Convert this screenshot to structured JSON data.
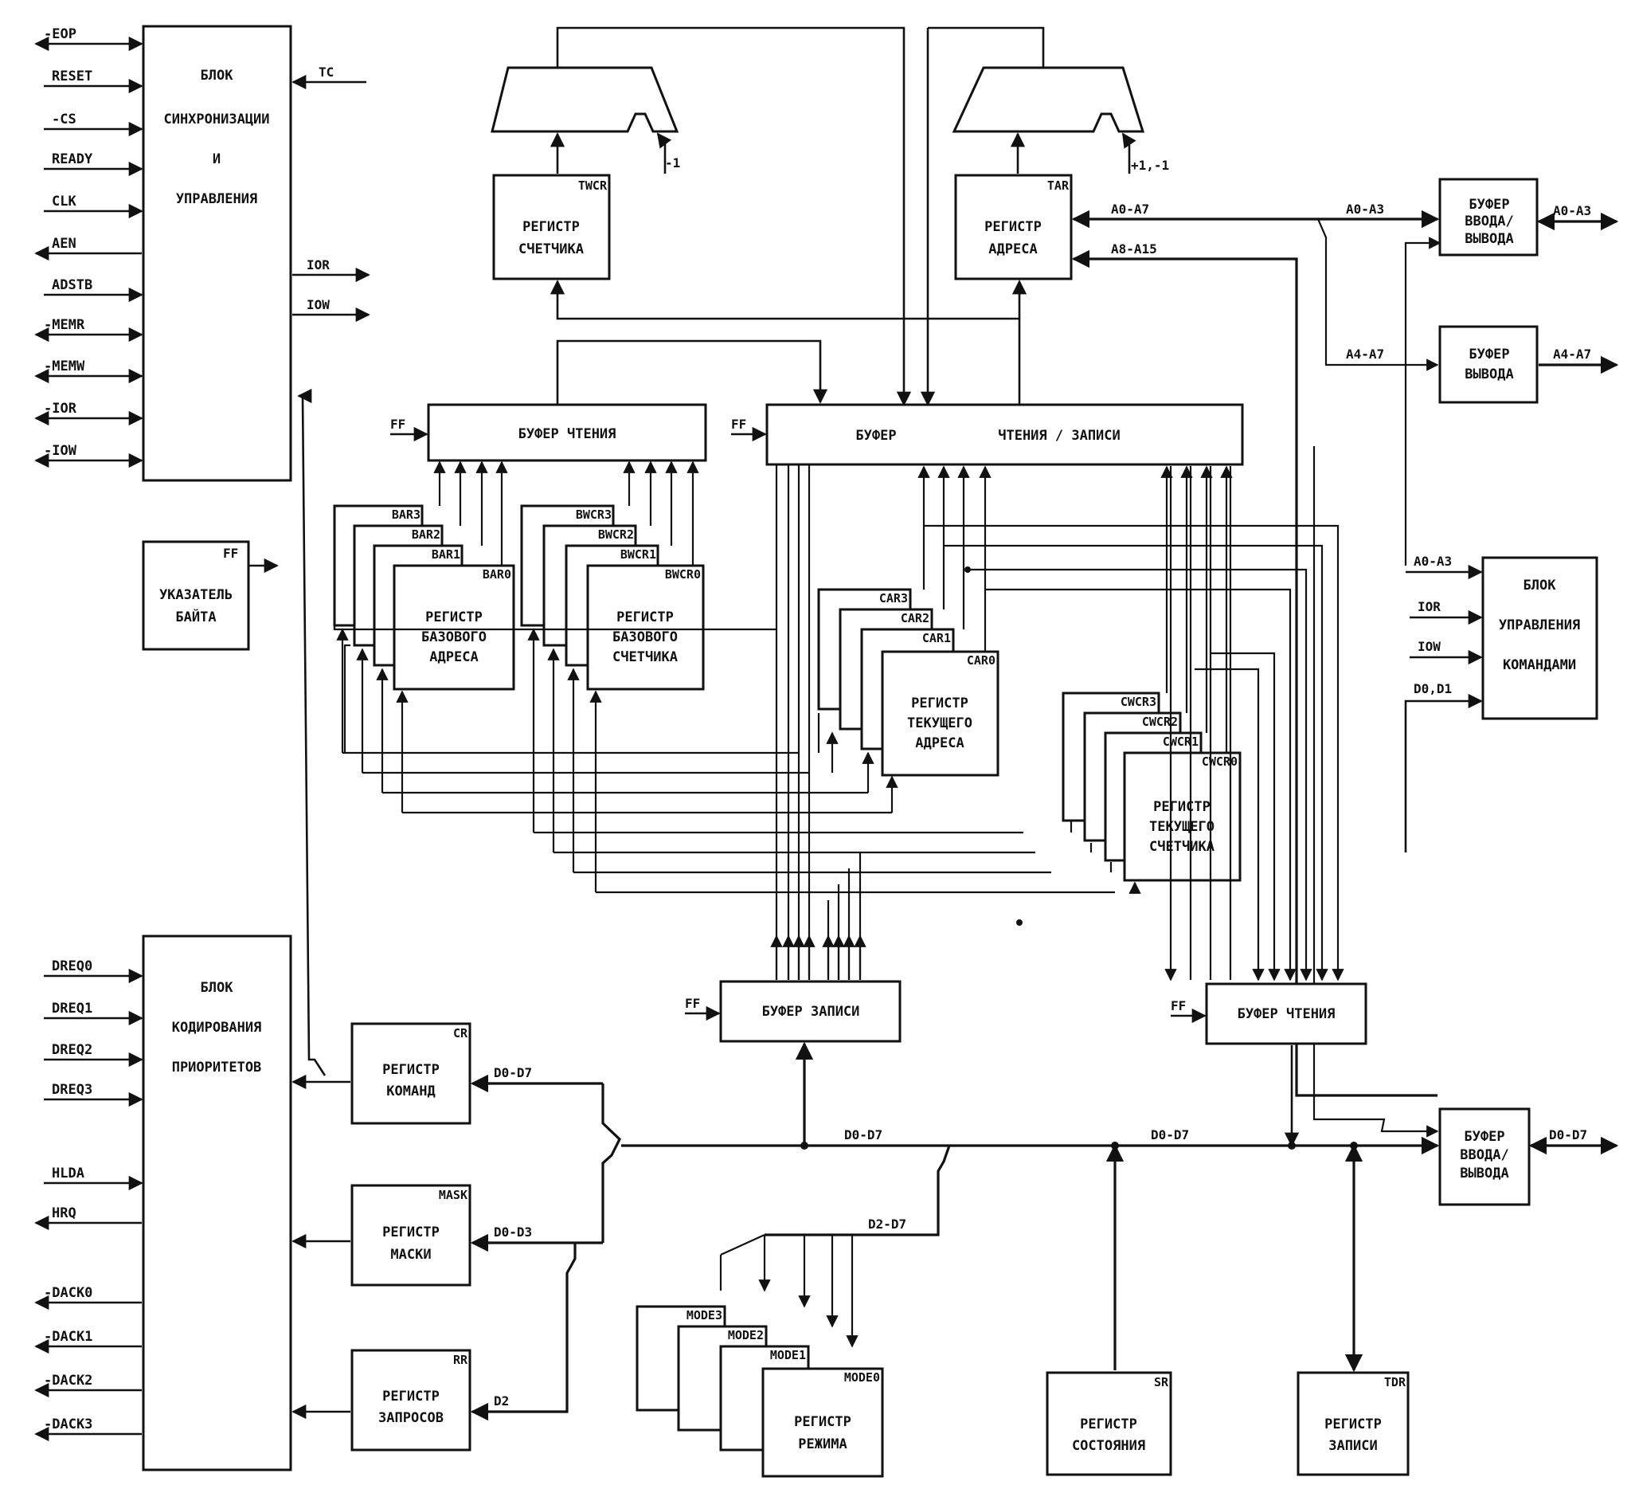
{
  "sync_block": {
    "lines": [
      "БЛОК",
      "СИНХРОНИЗАЦИИ",
      "И",
      "УПРАВЛЕНИЯ"
    ]
  },
  "sync_inputs": [
    "-EOP",
    "RESET",
    "-CS",
    "READY",
    "CLK",
    "AEN",
    "ADSTB",
    "-MEMR",
    "-MEMW",
    "-IOR",
    "-IOW"
  ],
  "sync_outputs": {
    "tc": "TC",
    "ior": "IOR",
    "iow": "IOW"
  },
  "byte_pointer": {
    "lines": [
      "УКАЗАТЕЛЬ",
      "БАЙТА"
    ],
    "out": "FF"
  },
  "priority_block": {
    "lines": [
      "БЛОК",
      "КОДИРОВАНИЯ",
      "ПРИОРИТЕТОВ"
    ]
  },
  "priority_inputs": [
    "DREQ0",
    "DREQ1",
    "DREQ2",
    "DREQ3",
    "HLDA",
    "HRQ"
  ],
  "dack_outputs": [
    "-DACK0",
    "-DACK1",
    "-DACK2",
    "-DACK3"
  ],
  "counter_alu": {
    "input": "-1"
  },
  "address_alu": {
    "input": "+1,-1"
  },
  "temp_counter": {
    "corner": "TWCR",
    "lines": [
      "РЕГИСТР",
      "СЧЕТЧИКА"
    ]
  },
  "temp_address": {
    "corner": "TAR",
    "lines": [
      "РЕГИСТР",
      "АДРЕСА"
    ]
  },
  "addr_signals": {
    "a0_a7": "A0-A7",
    "a8_a15": "A8-A15",
    "a0_a3": "A0-A3",
    "a4_a7": "A4-A7"
  },
  "io_buffer_addr": {
    "lines": [
      "БУФЕР",
      "ВВОДА/",
      "ВЫВОДА"
    ],
    "out": "A0-A3"
  },
  "out_buffer_addr": {
    "lines": [
      "БУФЕР",
      "ВЫВОДА"
    ],
    "out": "A4-A7"
  },
  "read_buffer_top": {
    "label": "БУФЕР ЧТЕНИЯ",
    "ff": "FF"
  },
  "rw_buffer": {
    "label_left": "БУФЕР",
    "label_right": "ЧТЕНИЯ / ЗАПИСИ",
    "ff": "FF"
  },
  "bar": {
    "stack": [
      "BAR3",
      "BAR2",
      "BAR1",
      "BAR0"
    ],
    "lines": [
      "РЕГИСТР",
      "БАЗОВОГО",
      "АДРЕСА"
    ]
  },
  "bwcr": {
    "stack": [
      "BWCR3",
      "BWCR2",
      "BWCR1",
      "BWCR0"
    ],
    "lines": [
      "РЕГИСТР",
      "БАЗОВОГО",
      "СЧЕТЧИКА"
    ]
  },
  "car": {
    "stack": [
      "CAR3",
      "CAR2",
      "CAR1",
      "CAR0"
    ],
    "lines": [
      "РЕГИСТР",
      "ТЕКУЩЕГО",
      "АДРЕСА"
    ]
  },
  "cwcr": {
    "stack": [
      "CWCR3",
      "CWCR2",
      "CWCR1",
      "CWCR0"
    ],
    "lines": [
      "РЕГИСТР",
      "ТЕКУЩЕГО",
      "СЧЕТЧИКА"
    ]
  },
  "cmd_ctrl": {
    "lines": [
      "БЛОК",
      "УПРАВЛЕНИЯ",
      "КОМАНДАМИ"
    ],
    "inputs": [
      "A0-A3",
      "IOR",
      "IOW",
      "D0,D1"
    ]
  },
  "write_buffer": {
    "label": "БУФЕР ЗАПИСИ",
    "ff": "FF"
  },
  "read_buffer_bottom": {
    "label": "БУФЕР ЧТЕНИЯ",
    "ff": "FF"
  },
  "cmd_reg": {
    "corner": "CR",
    "lines": [
      "РЕГИСТР",
      "КОМАНД"
    ]
  },
  "mask_reg": {
    "corner": "MASK",
    "lines": [
      "РЕГИСТР",
      "МАСКИ"
    ]
  },
  "req_reg": {
    "corner": "RR",
    "lines": [
      "РЕГИСТР",
      "ЗАПРОСОВ"
    ]
  },
  "mode_reg": {
    "stack": [
      "MODE3",
      "MODE2",
      "MODE1",
      "MODE0"
    ],
    "lines": [
      "РЕГИСТР",
      "РЕЖИМА"
    ]
  },
  "status_reg": {
    "corner": "SR",
    "lines": [
      "РЕГИСТР",
      "СОСТОЯНИЯ"
    ]
  },
  "temp_reg": {
    "corner": "TDR",
    "lines": [
      "РЕГИСТР",
      "ЗАПИСИ"
    ]
  },
  "data_io_buffer": {
    "lines": [
      "БУФЕР",
      "ВВОДА/",
      "ВЫВОДА"
    ],
    "out": "D0-D7"
  },
  "data_signals": {
    "d0_d7_cr": "D0-D7",
    "d0_d3": "D0-D3",
    "d2_d7": "D2-D7",
    "d2": "D2",
    "d0_d7_left": "D0-D7",
    "d0_d7_right": "D0-D7"
  }
}
